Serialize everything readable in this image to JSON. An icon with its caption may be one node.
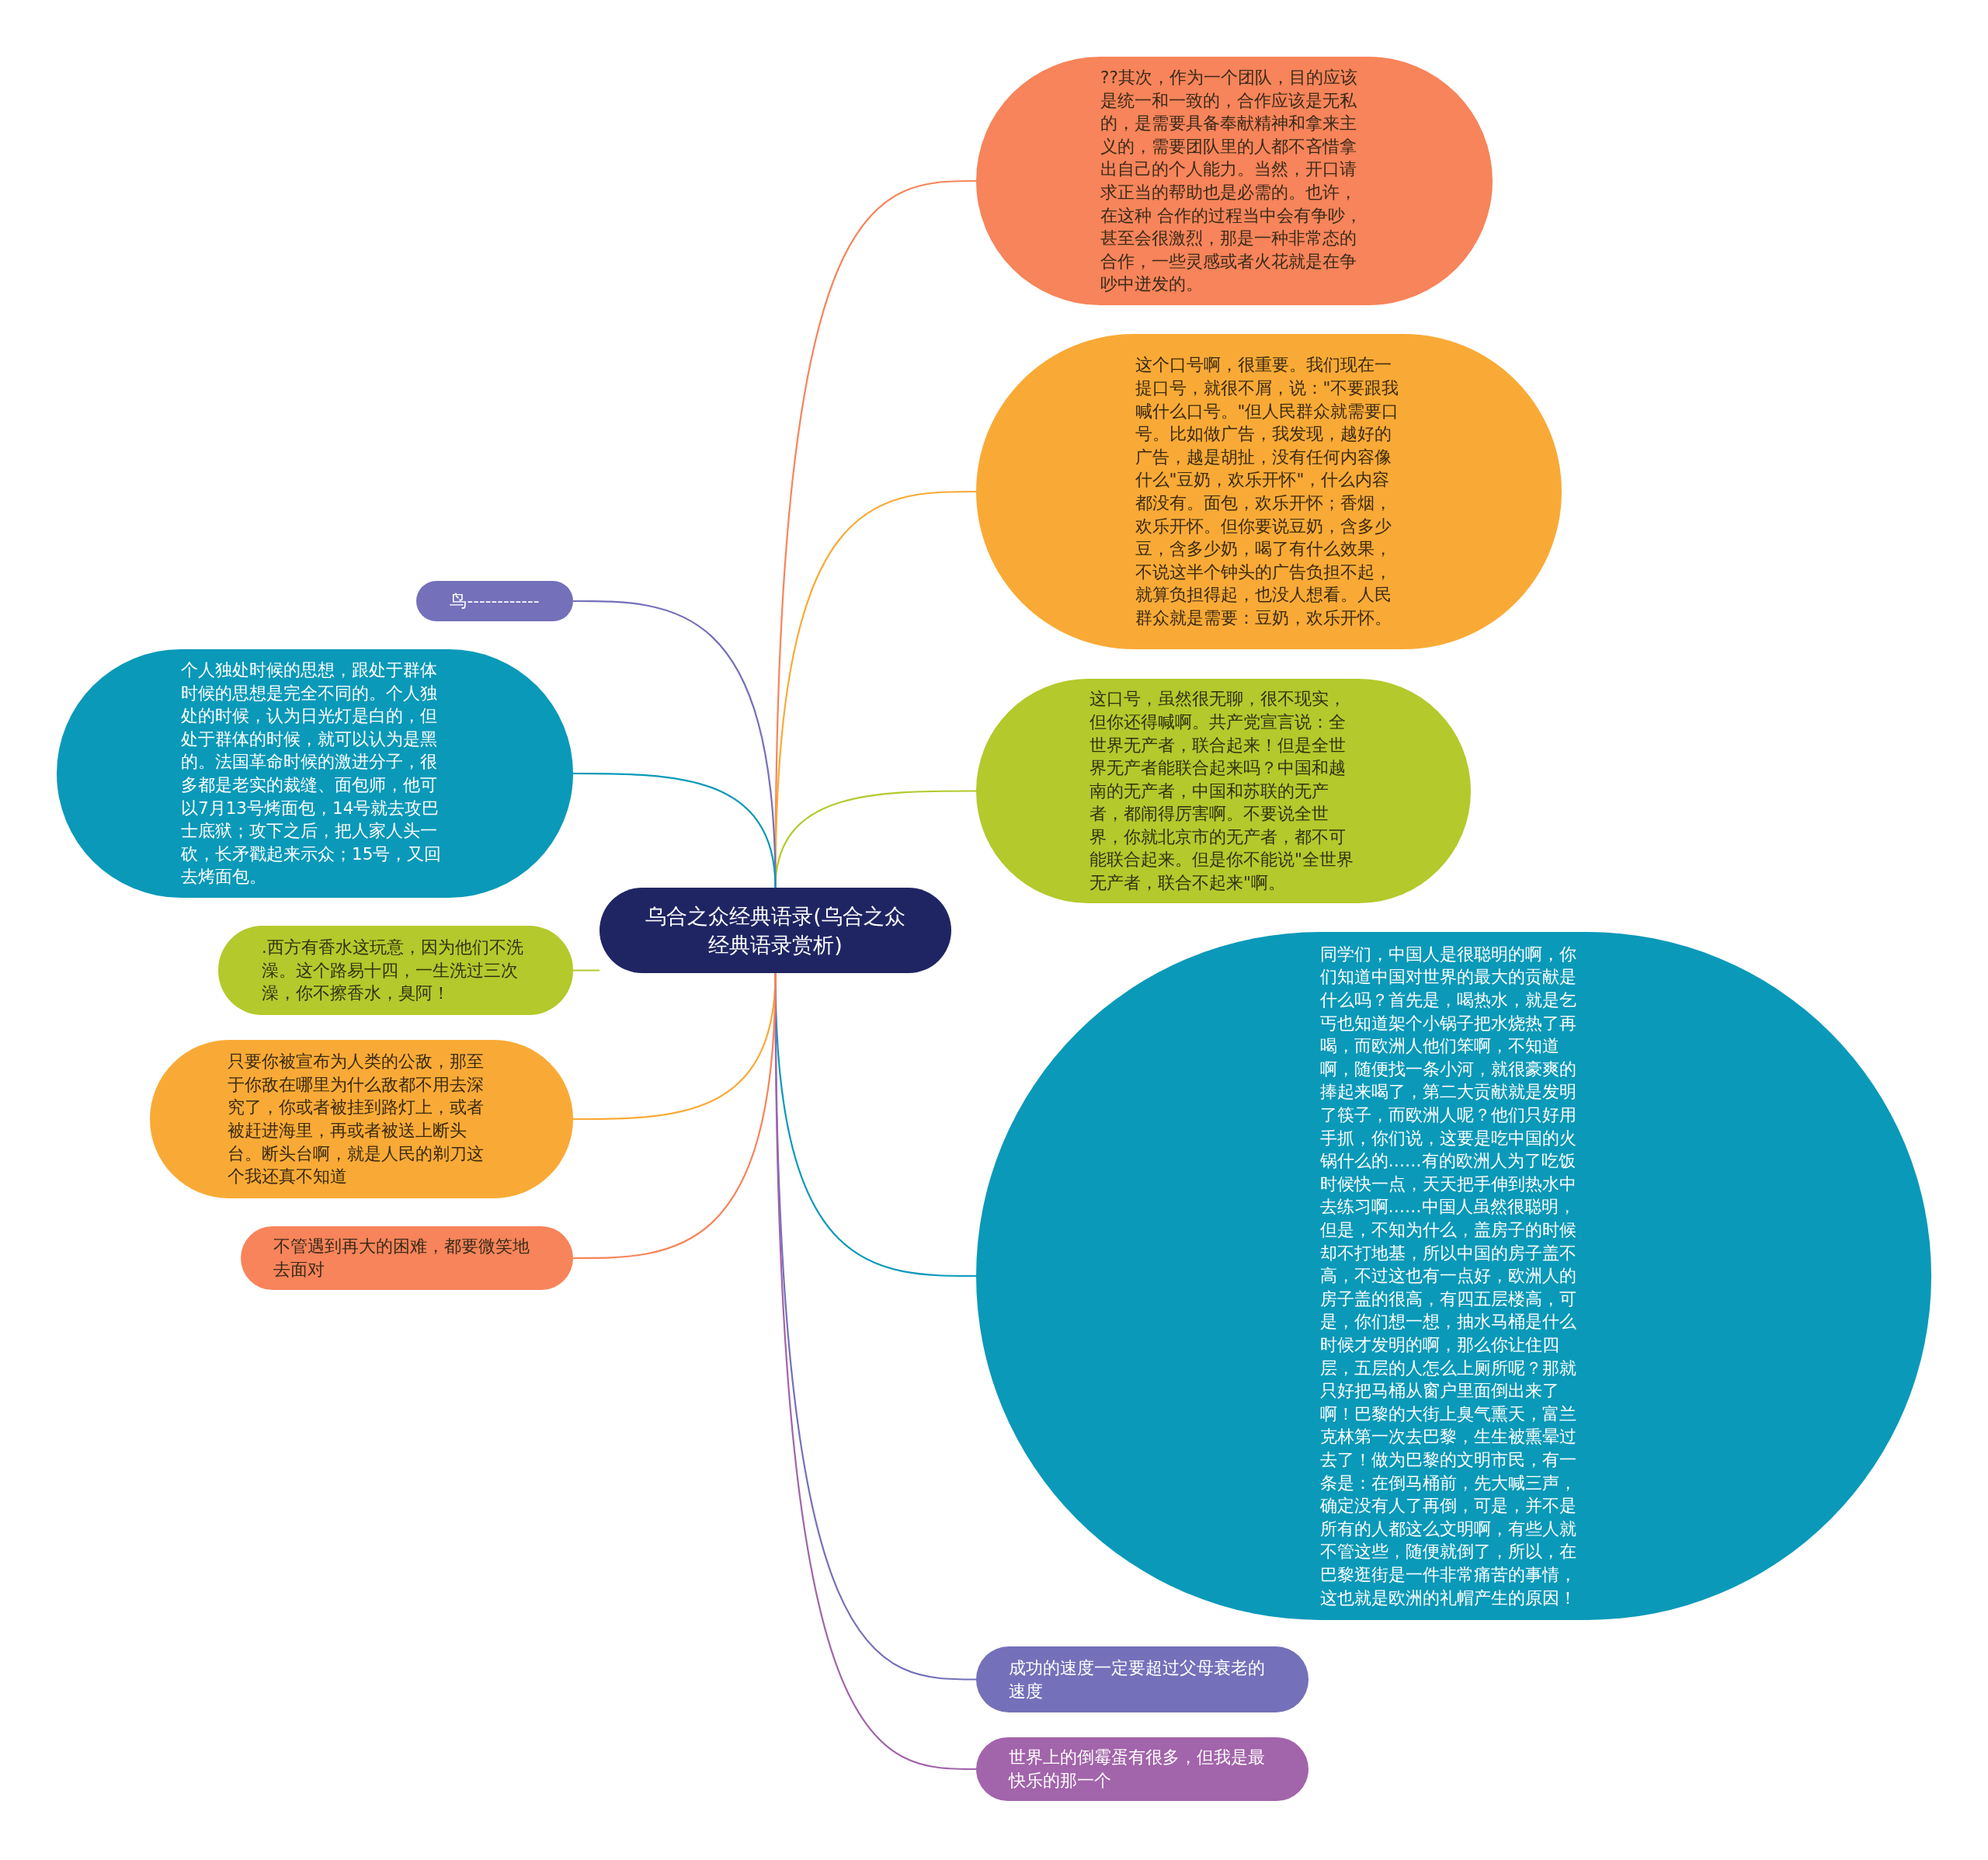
{
  "diagram": {
    "nodes": [
      {
        "text": [
          "乌合之众经典语录(乌合之众经典语录赏析)"
        ]
      },
      {
        "text": [
          "??其次，作为一个团队，目的应该是统一和一致的，合作应该是无私的，是需要具备奉献精神和拿来主义的，需要团队里的人都不吝惜拿出自己的个人能力。当然，开口请求正当的帮助也是必需的。也许，在这种 合作的过程当中会有争吵，甚至会很激烈，那是一种非常态的合作，一些灵感或者火花就是在争吵中迸发的。"
        ]
      },
      {
        "text": [
          "这个口号啊，很重要。我们现在一提口号，就很不屑，说：\"不要跟我喊什么口号。\"但人民群众就需要口号。比如做广告，我发现，越好的广告，越是胡扯，没有任何内容像什么\"豆奶，欢乐开怀\"，什么内容都没有。面包，欢乐开怀；香烟，欢乐开怀。但你要说豆奶，含多少豆，含多少奶，喝了有什么效果，不说这半个钟头的广告负担不起，就算负担得起，也没人想看。人民群众就是需要：豆奶，欢乐开怀。"
        ]
      },
      {
        "text": [
          "这口号，虽然很无聊，很不现实，但你还得喊啊。共产党宣言说：全世界无产者，联合起来！但是全世界无产者能联合起来吗？中国和越南的无产者，中国和苏联的无产者，都闹得厉害啊。不要说全世界，你就北京市的无产者，都不可能联合起来。但是你不能说\"全世界无产者，联合不起来\"啊。"
        ]
      },
      {
        "text": [
          "同学们，中国人是很聪明的啊，你们知道中国对世界的最大的贡献是什么吗？首先是，喝热水，就是乞丐也知道架个小锅子把水烧热了再喝，而欧洲人他们笨啊，不知道啊，随便找一条小河，就很豪爽的捧起来喝了，第二大贡献就是发明了筷子，而欧洲人呢？他们只好用手抓，你们说，这要是吃中国的火锅什么的……有的欧洲人为了吃饭时候快一点，天天把手伸到热水中去练习啊……中国人虽然很聪明，但是，不知为什么，盖房子的时候却不打地基，所以中国的房子盖不高，不过这也有一点好，欧洲人的房子盖的很高，有四五层楼高，可是，你们想一想，抽水马桶是什么时候才发明的啊，那么你让住四层，五层的人怎么上厕所呢？那就只好把马桶从窗户里面倒出来了啊！巴黎的大街上臭气熏天，富兰克林第一次去巴黎，生生被熏晕过去了！做为巴黎的文明市民，有一条是：在倒马桶前，先大喊三声，确定没有人了再倒，可是，并不是所有的人都这么文明啊，有些人就不管这些，随便就倒了，所以，在巴黎逛街是一件非常痛苦的事情，这也就是欧洲的礼帽产生的原因！"
        ]
      },
      {
        "text": [
          "成功的速度一定要超过父母衰老的速度"
        ]
      },
      {
        "text": [
          "世界上的倒霉蛋有很多，但我是最快乐的那一个"
        ]
      },
      {
        "text": [
          "鸟------------"
        ]
      },
      {
        "text": [
          "个人独处时候的思想，跟处于群体时候的思想是完全不同的。个人独处的时候，认为日光灯是白的，但处于群体的时候，就可以认为是黑的。法国革命时候的激进分子，很多都是老实的裁缝、面包师，他可以7月13号烤面包，14号就去攻巴士底狱；攻下之后，把人家人头一砍，长矛戳起来示众；15号，又回去烤面包。"
        ]
      },
      {
        "text": [
          ".西方有香水这玩意，因为他们不洗澡。这个路易十四，一生洗过三次澡，你不擦香水，臭阿！"
        ]
      },
      {
        "text": [
          "只要你被宣布为人类的公敌，那至于你敌在哪里为什么敌都不用去深究了，你或者被挂到路灯上，或者被赶进海里，再或者被送上断头台。断头台啊，就是人民的剃刀这个我还真不知道"
        ]
      },
      {
        "text": [
          "不管遇到再大的困难，都要微笑地去面对"
        ]
      }
    ],
    "edges": [
      {
        "from": 0,
        "to": 1,
        "arrow": "none",
        "color": "#f7845a"
      },
      {
        "from": 0,
        "to": 2,
        "arrow": "none",
        "color": "#f9aa36"
      },
      {
        "from": 0,
        "to": 3,
        "arrow": "none",
        "color": "#b4c92c"
      },
      {
        "from": 0,
        "to": 4,
        "arrow": "none",
        "color": "#0a99b9"
      },
      {
        "from": 0,
        "to": 5,
        "arrow": "none",
        "color": "#7470b9"
      },
      {
        "from": 0,
        "to": 6,
        "arrow": "none",
        "color": "#a264aa"
      },
      {
        "from": 0,
        "to": 7,
        "arrow": "none",
        "color": "#7470b9"
      },
      {
        "from": 0,
        "to": 8,
        "arrow": "none",
        "color": "#0a99b9"
      },
      {
        "from": 0,
        "to": 9,
        "arrow": "none",
        "color": "#b4c92c"
      },
      {
        "from": 0,
        "to": 10,
        "arrow": "none",
        "color": "#f9aa36"
      },
      {
        "from": 0,
        "to": 11,
        "arrow": "none",
        "color": "#f7845a"
      }
    ]
  }
}
